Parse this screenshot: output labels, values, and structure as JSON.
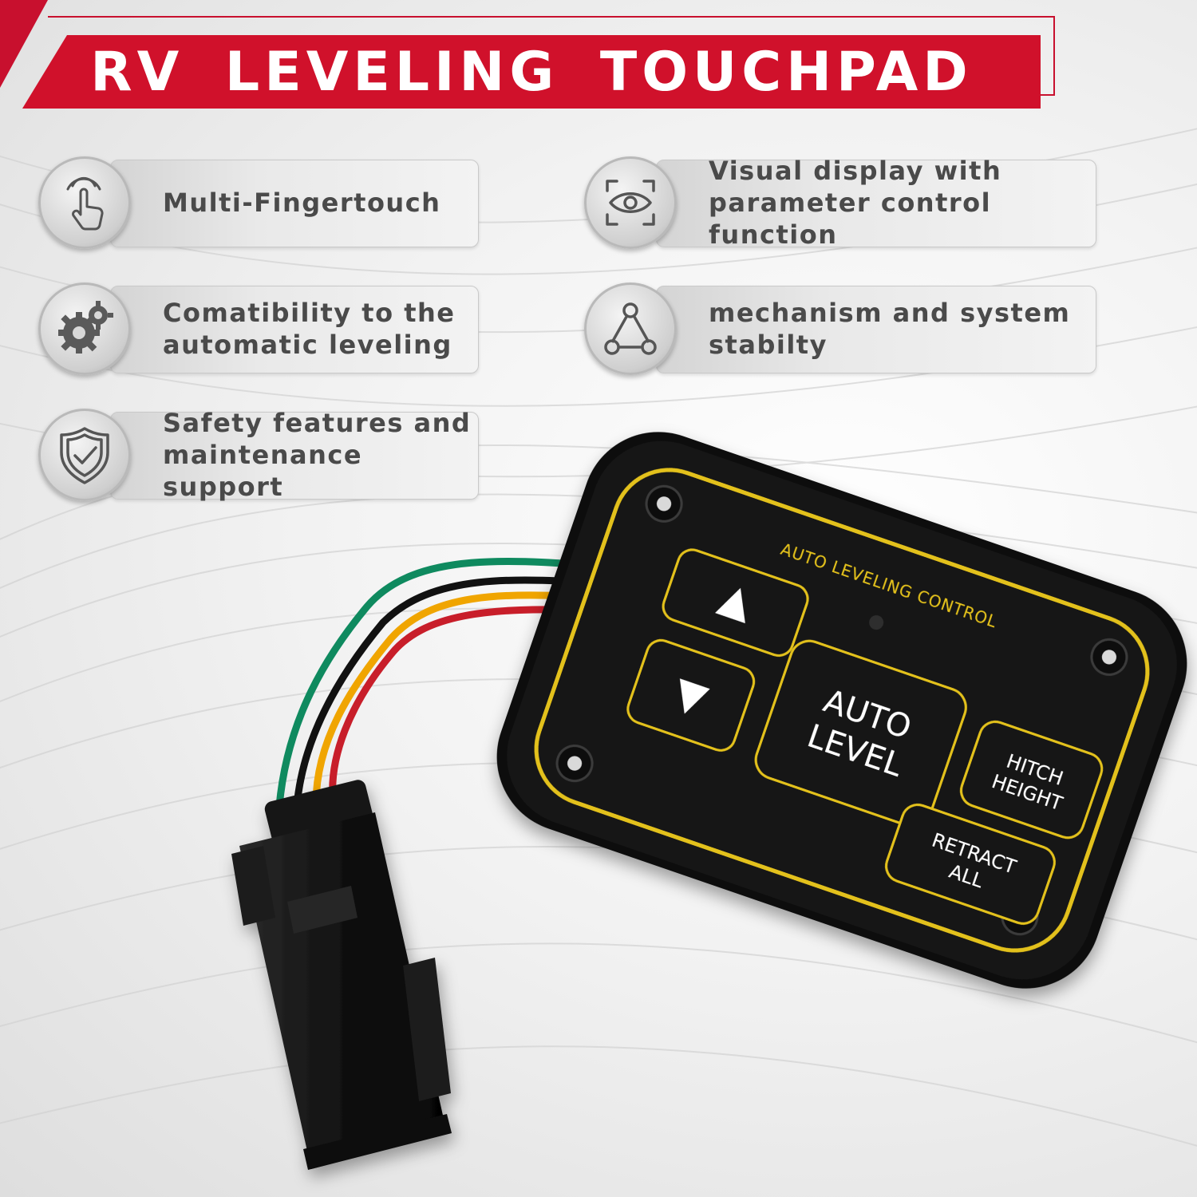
{
  "title": "RV LEVELING TOUCHPAD",
  "features": [
    {
      "icon": "finger-touch-icon",
      "line1": "Multi-Fingertouch",
      "line2": ""
    },
    {
      "icon": "eye-scan-icon",
      "line1": "Visual display with",
      "line2": "parameter control function"
    },
    {
      "icon": "gears-icon",
      "line1": "Comatibility to the",
      "line2": "automatic leveling"
    },
    {
      "icon": "triangle-nodes-icon",
      "line1": "mechanism and system",
      "line2": "stabilty"
    },
    {
      "icon": "shield-check-icon",
      "line1": "Safety features and",
      "line2": "maintenance support"
    }
  ],
  "touchpad": {
    "header": "AUTO LEVELING CONTROL",
    "up_symbol": "▲",
    "down_symbol": "▼",
    "auto_level": [
      "AUTO",
      "LEVEL"
    ],
    "hitch_height": [
      "HITCH",
      "HEIGHT"
    ],
    "retract_all": [
      "RETRACT",
      "ALL"
    ]
  },
  "colors": {
    "brand_red": "#d0112b",
    "panel_black": "#141414",
    "outline_yellow": "#e3c11c",
    "wire_green": "#0f8a5f",
    "wire_black": "#111111",
    "wire_yellow": "#f0a500",
    "wire_red": "#c81e2a"
  }
}
